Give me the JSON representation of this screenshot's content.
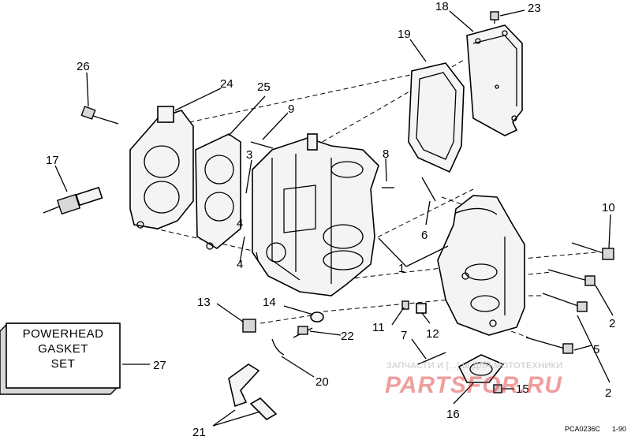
{
  "diagram": {
    "callouts": [
      "1",
      "2",
      "2",
      "3",
      "4",
      "4",
      "5",
      "6",
      "7",
      "8",
      "9",
      "10",
      "11",
      "12",
      "13",
      "14",
      "15",
      "16",
      "17",
      "18",
      "19",
      "20",
      "21",
      "22",
      "23",
      "24",
      "25",
      "26",
      "27"
    ],
    "box_label": [
      "POWERHEAD",
      "GASKET",
      "SET"
    ],
    "figure_code": "PCA0236C",
    "page_ref": "1-90"
  },
  "watermark": {
    "line1": "ЗАПЧАСТИ И [...] Ы ДЛЯ МОТОТЕХНИКИ",
    "line2": "PARTSFOR.RU"
  }
}
